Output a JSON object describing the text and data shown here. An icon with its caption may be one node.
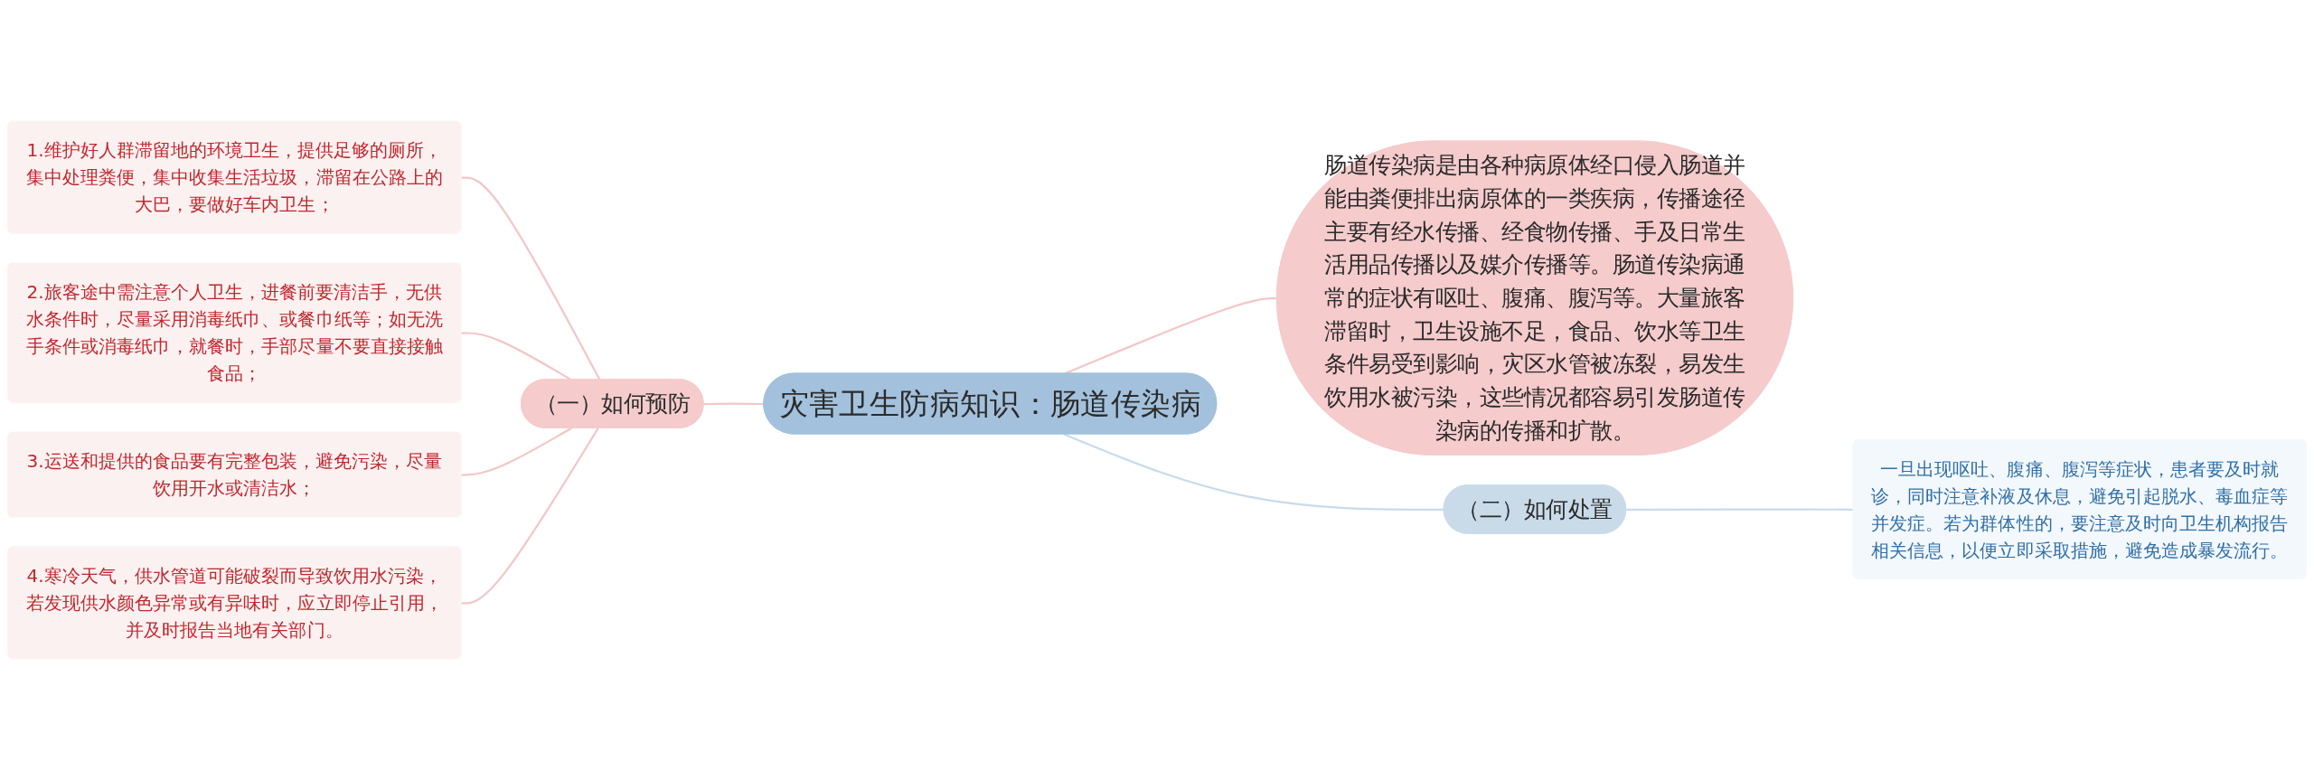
{
  "diagram": {
    "nodes": [
      {
        "text": [
          "灾害卫生防病知识：肠道传染病"
        ]
      },
      {
        "text": [
          "肠道传染病是由各种病原体经口侵入肠道并能由粪便排出病原体的一类疾病，传播途径主要有经水传播、经食物传播、手及日常生活用品传播以及媒介传播等。肠道传染病通常的症状有呕吐、腹痛、腹泻等。大量旅客滞留时，卫生设施不足，食品、饮水等卫生条件易受到影响，灾区水管被冻裂，易发生饮用水被污染，这些情况都容易引发肠道传染病的传播和扩散。"
        ]
      },
      {
        "text": [
          "（一）如何预防"
        ]
      },
      {
        "text": [
          "1.维护好人群滞留地的环境卫生，提供足够的厕所，集中处理粪便，集中收集生活垃圾，滞留在公路上的大巴，要做好车内卫生；"
        ]
      },
      {
        "text": [
          "2.旅客途中需注意个人卫生，进餐前要清洁手，无供水条件时，尽量采用消毒纸巾、或餐巾纸等；如无洗手条件或消毒纸巾，就餐时，手部尽量不要直接接触食品；"
        ]
      },
      {
        "text": [
          "3.运送和提供的食品要有完整包装，避免污染，尽量饮用开水或清洁水；"
        ]
      },
      {
        "text": [
          "4.寒冷天气，供水管道可能破裂而导致饮用水污染，若发现供水颜色异常或有异味时，应立即停止引用，并及时报告当地有关部门。"
        ]
      },
      {
        "text": [
          "（二）如何处置"
        ]
      },
      {
        "text": [
          "一旦出现呕吐、腹痛、腹泻等症状，患者要及时就诊，同时注意补液及休息，避免引起脱水、毒血症等并发症。若为群体性的，要注意及时向卫生机构报告相关信息，以便立即采取措施，避免造成暴发流行。"
        ]
      }
    ],
    "edges": [
      {
        "from": 0,
        "to": 1,
        "arrow": "none"
      },
      {
        "from": 3,
        "to": 2,
        "arrow": "none"
      },
      {
        "from": 4,
        "to": 2,
        "arrow": "none"
      },
      {
        "from": 5,
        "to": 2,
        "arrow": "none"
      },
      {
        "from": 6,
        "to": 2,
        "arrow": "none"
      },
      {
        "from": 2,
        "to": 0,
        "arrow": "none"
      },
      {
        "from": 0,
        "to": 7,
        "arrow": "none",
        "color": "#c9dbe9"
      },
      {
        "from": 7,
        "to": 8,
        "arrow": "none",
        "color": "#c9dbe9"
      }
    ]
  }
}
